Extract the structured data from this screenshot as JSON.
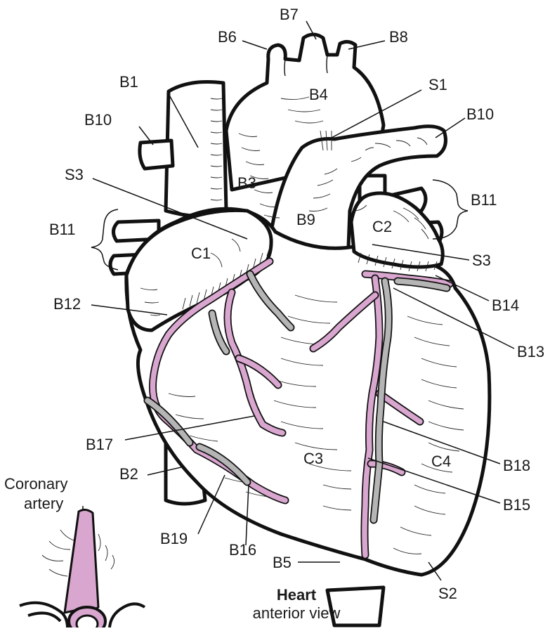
{
  "diagram": {
    "title": "Heart",
    "subtitle": "anterior view",
    "inset_label_line1": "Coronary",
    "inset_label_line2": "artery",
    "colors": {
      "artery": "#d9a6cf",
      "vein": "#b5b5b5",
      "outline": "#111111",
      "background": "#ffffff"
    },
    "labels": {
      "B1": "B1",
      "B2": "B2",
      "B3": "B3",
      "B4": "B4",
      "B5": "B5",
      "B6": "B6",
      "B7": "B7",
      "B8": "B8",
      "B9": "B9",
      "B10_left": "B10",
      "B10_right": "B10",
      "B11_left": "B11",
      "B11_right": "B11",
      "B12": "B12",
      "B13": "B13",
      "B14": "B14",
      "B15": "B15",
      "B16": "B16",
      "B17": "B17",
      "B18": "B18",
      "B19": "B19",
      "S1": "S1",
      "S2": "S2",
      "S3_left": "S3",
      "S3_right": "S3",
      "C1": "C1",
      "C2": "C2",
      "C3": "C3",
      "C4": "C4"
    }
  }
}
